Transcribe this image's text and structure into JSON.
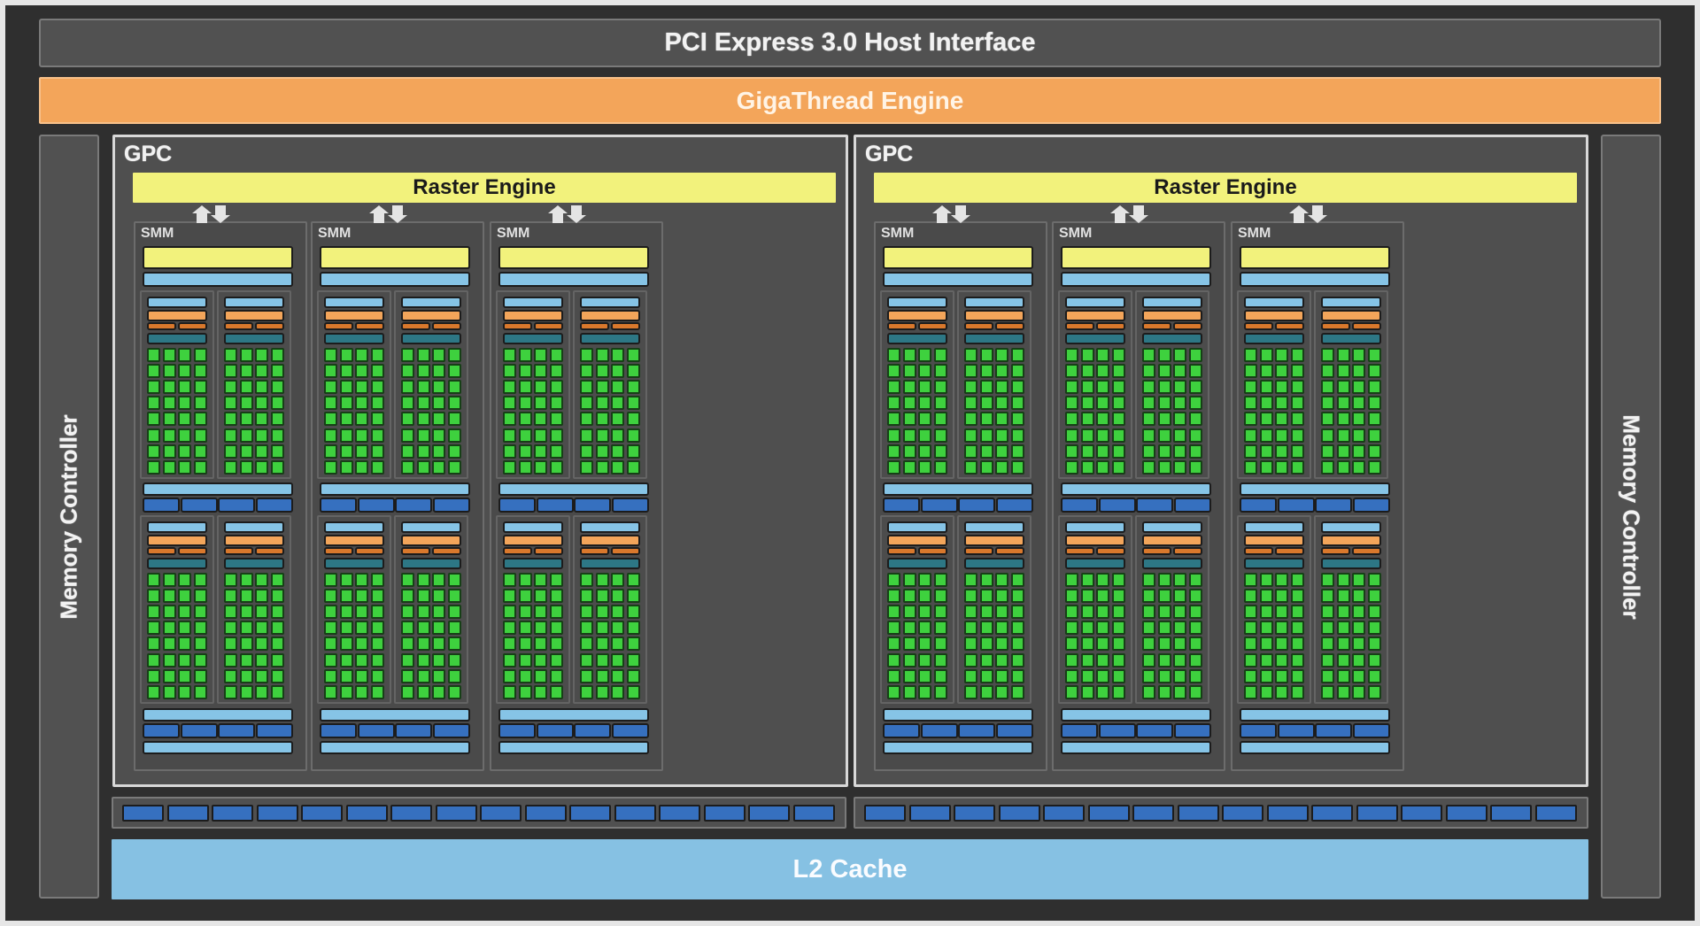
{
  "diagram": {
    "host_interface": "PCI Express 3.0 Host Interface",
    "scheduler": "GigaThread Engine",
    "memory_controllers": [
      "Memory Controller",
      "Memory Controller"
    ],
    "l2_cache": "L2 Cache",
    "gpcs": [
      {
        "label": "GPC",
        "raster_engine": "Raster Engine",
        "smms": [
          {
            "label": "SMM"
          },
          {
            "label": "SMM"
          },
          {
            "label": "SMM"
          }
        ],
        "rop_units": 16
      },
      {
        "label": "GPC",
        "raster_engine": "Raster Engine",
        "smms": [
          {
            "label": "SMM"
          },
          {
            "label": "SMM"
          },
          {
            "label": "SMM"
          }
        ],
        "rop_units": 16
      }
    ],
    "smm_structure": {
      "processing_blocks": 4,
      "cores_per_block_cols": 4,
      "cores_per_block_rows": 8,
      "texture_units_per_row": 4
    },
    "colors": {
      "background": "#2f2f2f",
      "panel": "#515151",
      "gigathread": "#f3a55a",
      "raster": "#f2f27c",
      "light_blue": "#86c4e6",
      "dark_blue": "#3670bf",
      "core_green": "#3ed13e",
      "teal": "#2d7785",
      "orange": "#f3a55a",
      "dark_orange": "#d9782c",
      "l2": "#86c1e3"
    }
  }
}
